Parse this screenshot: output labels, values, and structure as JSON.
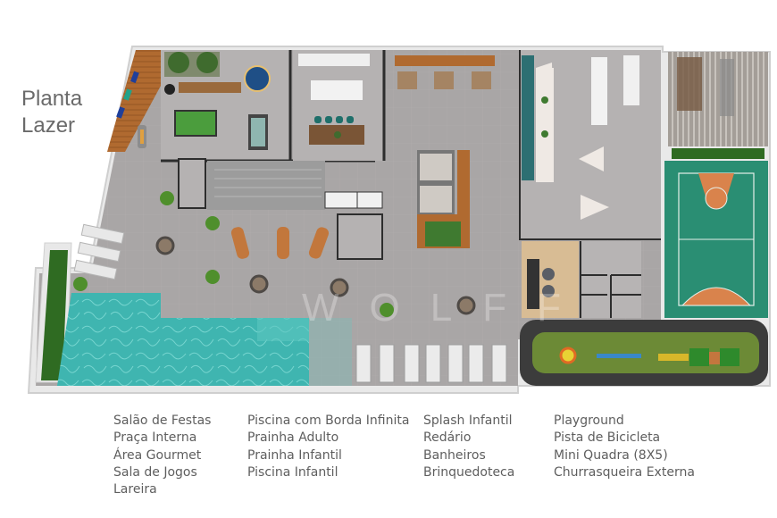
{
  "title": {
    "line1": "Planta",
    "line2": "Lazer"
  },
  "watermark": "WOLFF",
  "legend": {
    "columns": [
      [
        "Salão de Festas",
        "Praça Interna",
        "Área Gourmet",
        "Sala de Jogos",
        "Lareira"
      ],
      [
        "Piscina com Borda Infinita",
        "Prainha Adulto",
        "Prainha Infantil",
        "Piscina Infantil"
      ],
      [
        "Splash Infantil",
        "Redário",
        "Banheiros",
        "Brinquedoteca"
      ],
      [
        "Playground",
        "Pista de Bicicleta",
        "Mini Quadra (8X5)",
        "Churrasqueira Externa"
      ]
    ]
  },
  "colors": {
    "floor": "#a9a6a6",
    "floor_dark": "#9b9898",
    "wall": "#2d2d2d",
    "pool": "#3fb5b0",
    "court_green": "#2a8e73",
    "court_orange": "#d9834c",
    "grass": "#6c8a36",
    "track": "#3c3c3c",
    "wood": "#b06a30",
    "text": "#5e5e5e"
  }
}
